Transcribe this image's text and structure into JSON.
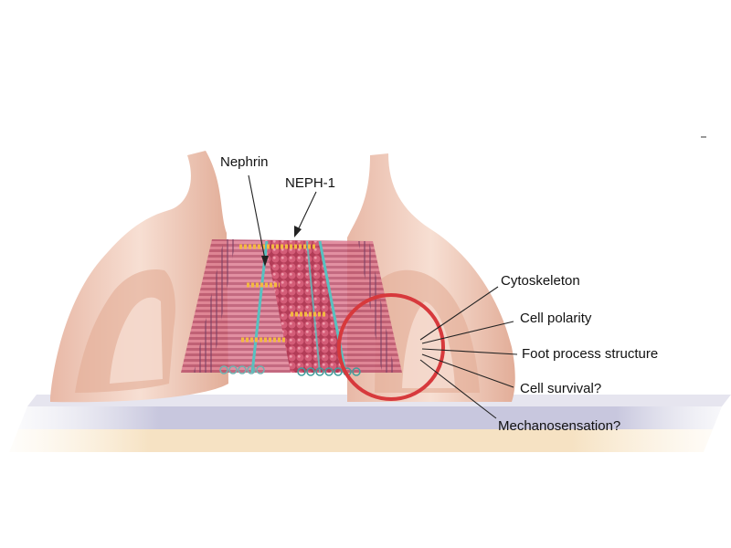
{
  "labels": {
    "nephrin": "Nephrin",
    "neph1": "NEPH-1",
    "functions": [
      "Cytoskeleton",
      "Cell polarity",
      "Foot process structure",
      "Cell survival?",
      "Mechanosensation?"
    ]
  },
  "colors": {
    "foot_process": "#f2cdbd",
    "foot_process_shadow": "#d9a58f",
    "slit_protein": "#c24c66",
    "nephrin_strand": "#57c1c0",
    "neph1_beads": "#f3b941",
    "membrane": "#bdbdd8",
    "highlight_circle": "#d7393c"
  },
  "icons": {
    "highlight": "circle-outline",
    "pointer": "arrow"
  }
}
